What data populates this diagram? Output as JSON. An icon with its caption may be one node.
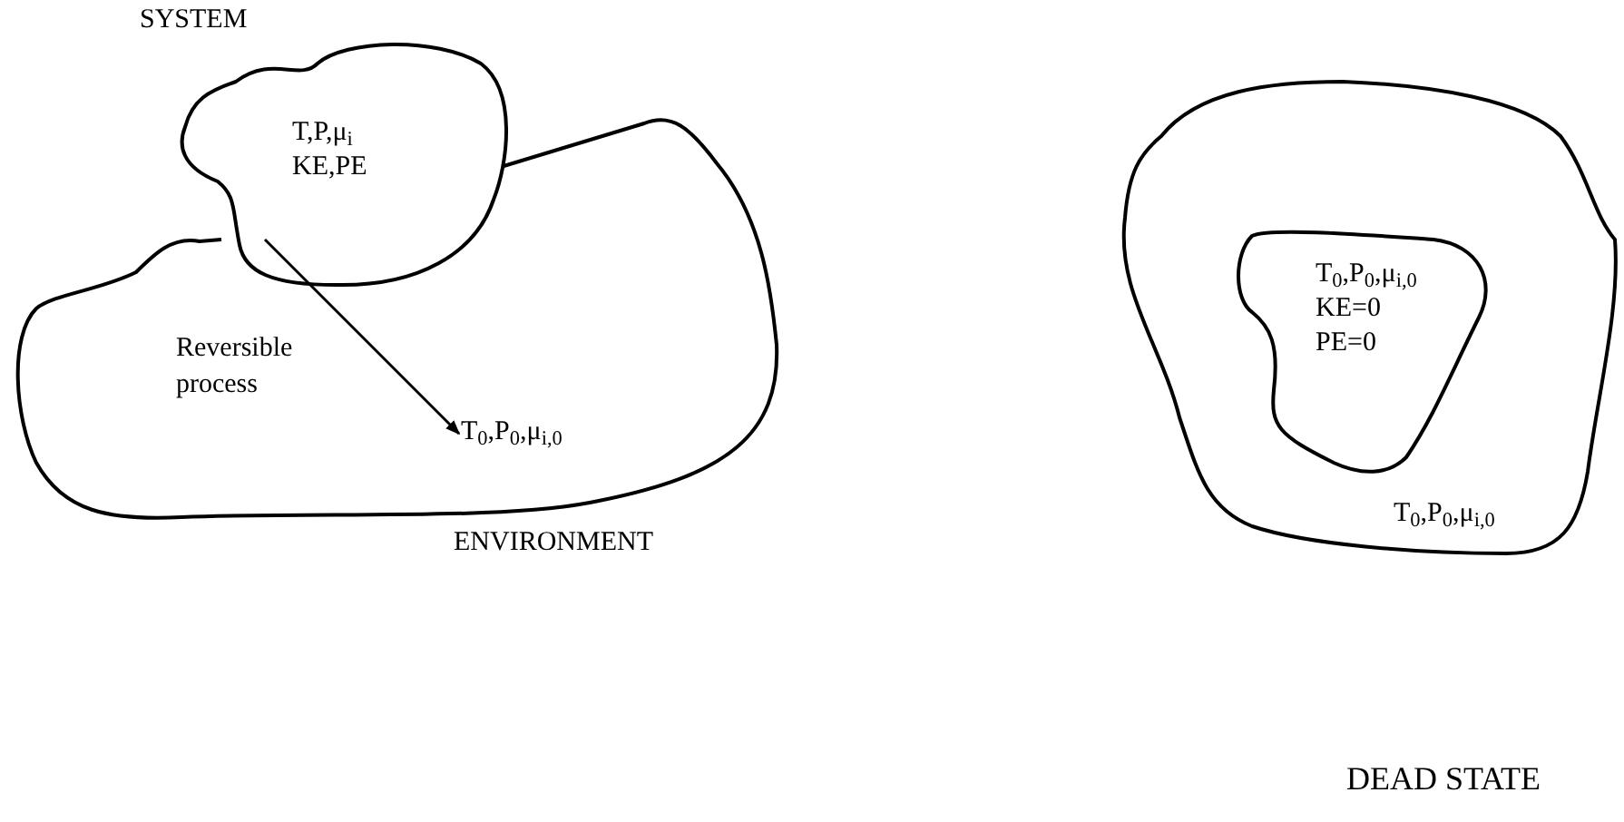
{
  "diagram": {
    "nodes": [
      {
        "text": [
          "T,P,μ$_{i}$",
          "KE,PE"
        ],
        "beside": [
          "SYSTEM"
        ]
      },
      {
        "text": [],
        "shape": "cloud",
        "beside": [
          "ENVIRONMENT"
        ]
      },
      {
        "text": [
          "T$_{0}$,P$_{0}$,μ$_{i,0}$"
        ],
        "in": 1
      },
      {
        "text": [
          "T$_{0}$,P$_{0}$,μ$_{i,0}$"
        ]
      },
      {
        "text": [
          "T$_{0}$,P$_{0}$,μ$_{i,0}$",
          "KE=0",
          "PE=0"
        ],
        "in": 3
      }
    ],
    "edges": [
      {
        "from": 0,
        "to": 2,
        "arrow": "to",
        "label": "Reversible process"
      }
    ],
    "labels": [
      "DEAD STATE"
    ]
  }
}
